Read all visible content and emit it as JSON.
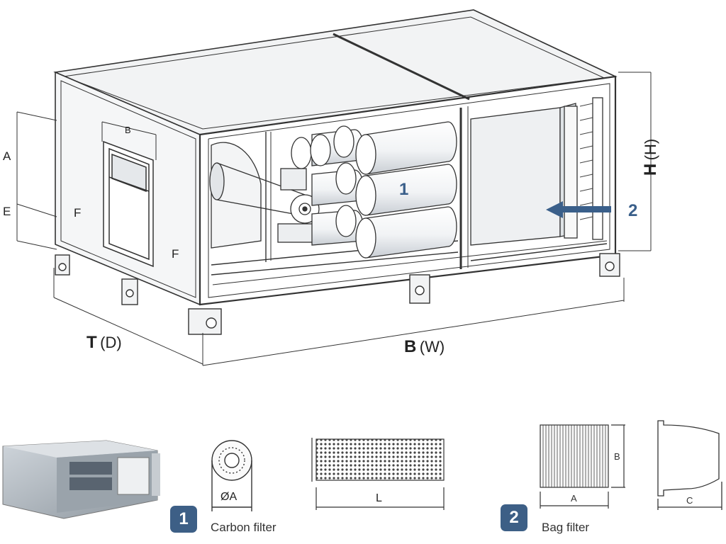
{
  "main_diagram": {
    "dimension_labels": {
      "a": "A",
      "b": "B",
      "e": "E",
      "f_left": "F",
      "f_right": "F"
    },
    "depth": {
      "letter": "T",
      "paren": "(D)"
    },
    "width": {
      "letter": "B",
      "paren": "(W)"
    },
    "height": {
      "letter": "H",
      "paren": "(H)"
    },
    "callouts": {
      "one": "1",
      "two": "2"
    }
  },
  "filters": {
    "carbon": {
      "badge": "1",
      "caption": "Carbon filter",
      "diameter_label": "ØA",
      "length_label": "L"
    },
    "bag": {
      "badge": "2",
      "caption": "Bag filter",
      "a_label": "A",
      "b_label": "B",
      "c_label": "C"
    }
  },
  "colors": {
    "line": "#333333",
    "accent": "#3d5f86",
    "panel": "#e9ecef"
  }
}
